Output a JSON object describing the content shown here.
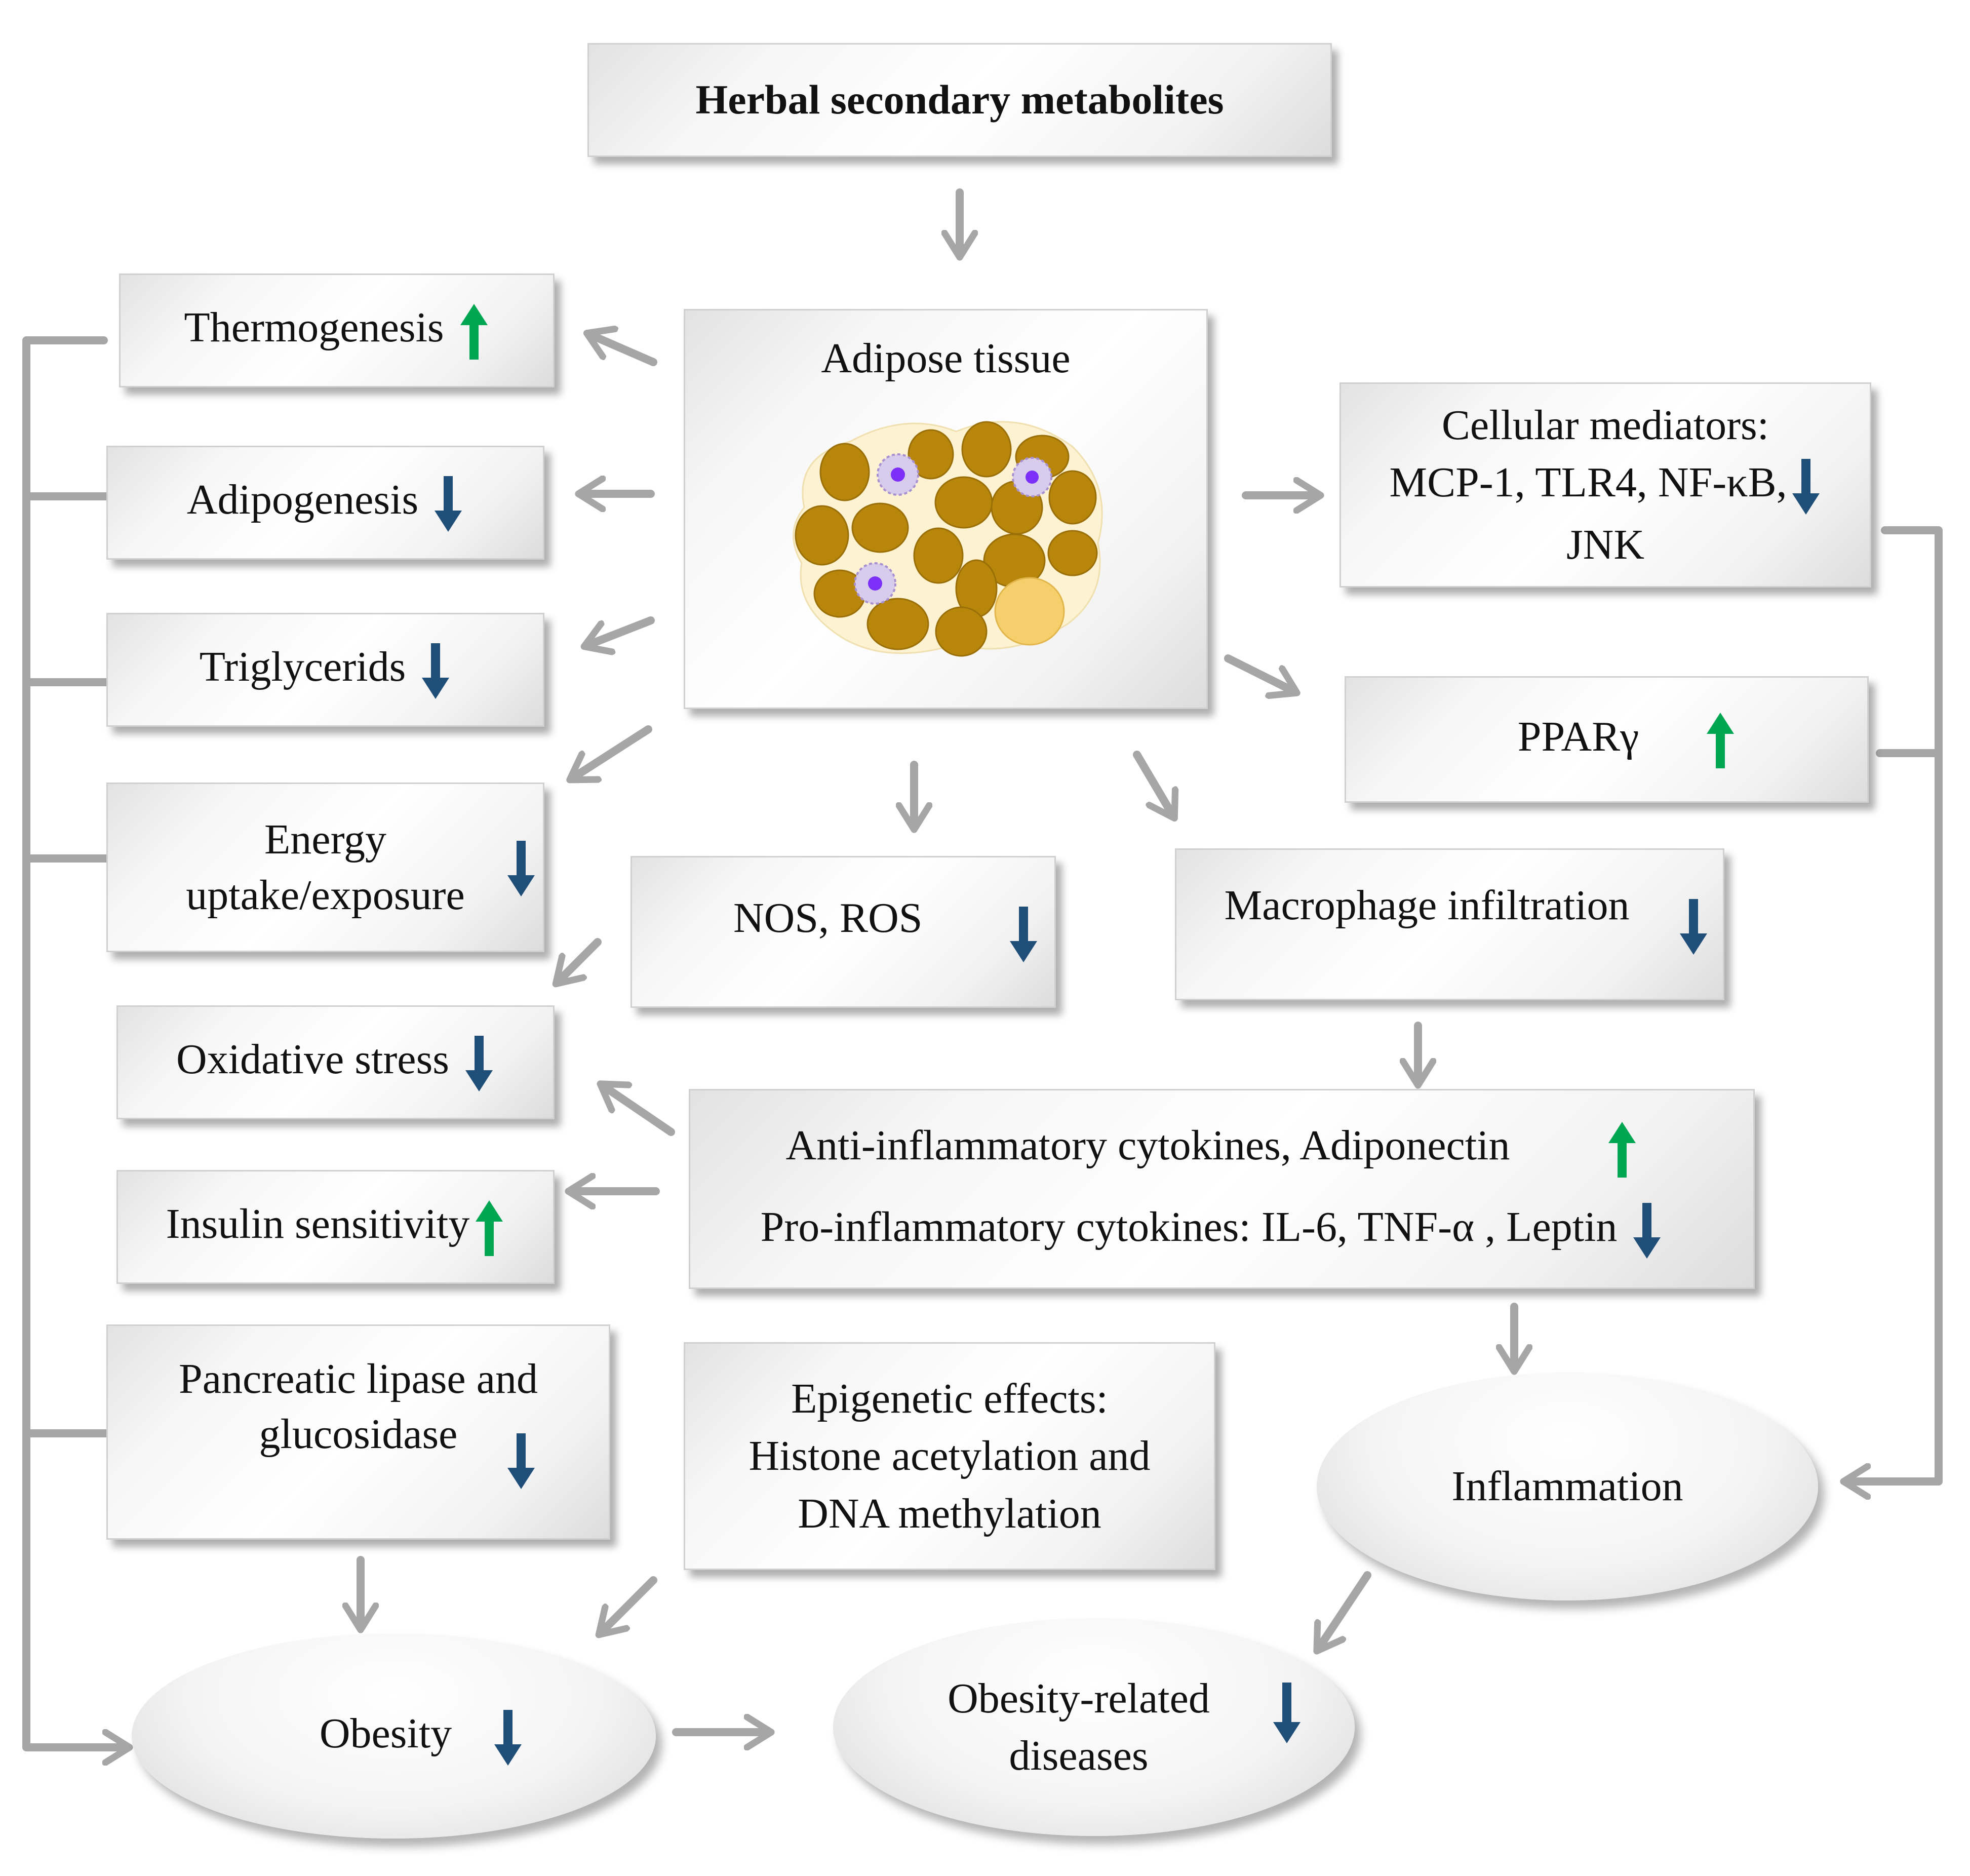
{
  "top_box": {
    "label": "Herbal secondary metabolites"
  },
  "adipose": {
    "label": "Adipose tissue"
  },
  "left_boxes": {
    "thermogenesis": "Thermogenesis",
    "adipogenesis": "Adipogenesis",
    "triglycerids": "Triglycerids",
    "energy_line1": "Energy",
    "energy_line2": "uptake/exposure",
    "oxidative": "Oxidative stress",
    "insulin": "Insulin sensitivity",
    "pancreatic_line1": "Pancreatic lipase and",
    "pancreatic_line2": "glucosidase"
  },
  "middle_boxes": {
    "nos_ros": "NOS, ROS",
    "macrophage": "Macrophage infiltration",
    "anti_inflammatory": "Anti-inflammatory cytokines, Adiponectin",
    "pro_inflammatory": "Pro-inflammatory cytokines: IL-6, TNF-α , Leptin",
    "epigenetic_line1": "Epigenetic effects:",
    "epigenetic_line2": "Histone acetylation and",
    "epigenetic_line3": "DNA methylation"
  },
  "right_boxes": {
    "cellular_line1": "Cellular mediators:",
    "cellular_line2": "MCP-1, TLR4, NF-κB,",
    "cellular_line3": "JNK",
    "ppar": "PPARγ"
  },
  "ellipses": {
    "inflammation": "Inflammation",
    "obesity": "Obesity",
    "related_line1": "Obesity-related",
    "related_line2": "diseases"
  },
  "colors": {
    "up_arrow": "#00a651",
    "down_arrow": "#1f4e79",
    "connector": "#a6a6a6",
    "fat_cell": "#b8860b",
    "fat_cell_light": "#f5cf6b",
    "tissue_bg": "#fdf2d2",
    "nucleus": "#7b2ff7",
    "macrophage": "#c8b6e2"
  },
  "icons": {
    "increase": "up-arrow-icon",
    "decrease": "down-arrow-icon"
  }
}
